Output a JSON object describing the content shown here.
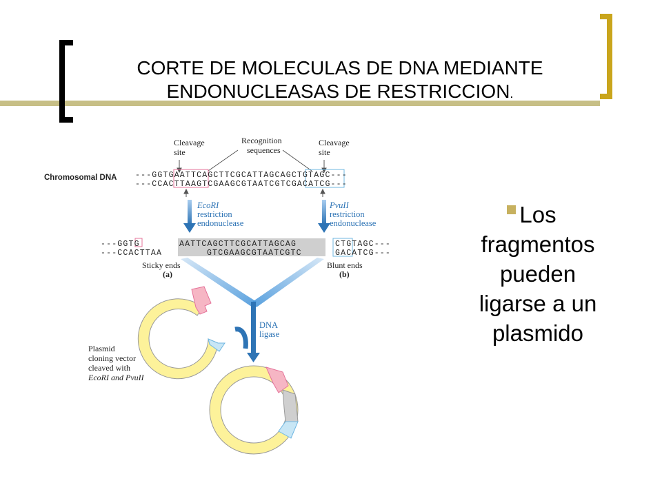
{
  "slide": {
    "title_line1": "CORTE DE MOLECULAS DE DNA MEDIANTE",
    "title_line2": "ENDONUCLEASAS DE RESTRICCION",
    "title_suffix": ".",
    "bullet_lines": [
      "Los",
      "fragmentos",
      "pueden",
      "ligarse  a un",
      "plasmido"
    ],
    "colors": {
      "accent_gold": "#c9a51c",
      "bar_olive": "#c7bf86",
      "bullet": "#c7b15f"
    }
  },
  "diagram": {
    "cleavage_site_left": [
      "Cleavage",
      "site"
    ],
    "recognition_sequences": [
      "Recognition",
      "sequences"
    ],
    "cleavage_site_right": [
      "Cleavage",
      "site"
    ],
    "chromosomal_dna_label": "Chromosomal DNA",
    "chromosomal_top_seq": "---GGTGAATTCAGCTTCGCATTAGCAGCTGTAGC---",
    "chromosomal_bottom_seq": "---CCACTTAAGTCGAAGCGTAATCGTCGACATCG---",
    "ecori_label": [
      "EcoRI",
      "restriction",
      "endonuclease"
    ],
    "pvuii_label": [
      "PvuII",
      "restriction",
      "endonuclease"
    ],
    "left_frag_top": "---GGTG",
    "left_frag_bottom": "---CCACTTAA",
    "mid_frag_top": "AATTCAGCTTCGCATTAGCAG",
    "mid_frag_bottom": "GTCGAAGCGTAATCGTC",
    "right_frag_top": "CTGTAGC---",
    "right_frag_bottom": "GACATCG---",
    "sticky_ends": "Sticky ends",
    "sticky_ends_sub": "(a)",
    "blunt_ends": "Blunt ends",
    "blunt_ends_sub": "(b)",
    "dna_ligase": [
      "DNA",
      "ligase"
    ],
    "plasmid_label": [
      "Plasmid",
      "cloning vector",
      "cleaved with",
      "EcoRI and PvuII"
    ]
  }
}
